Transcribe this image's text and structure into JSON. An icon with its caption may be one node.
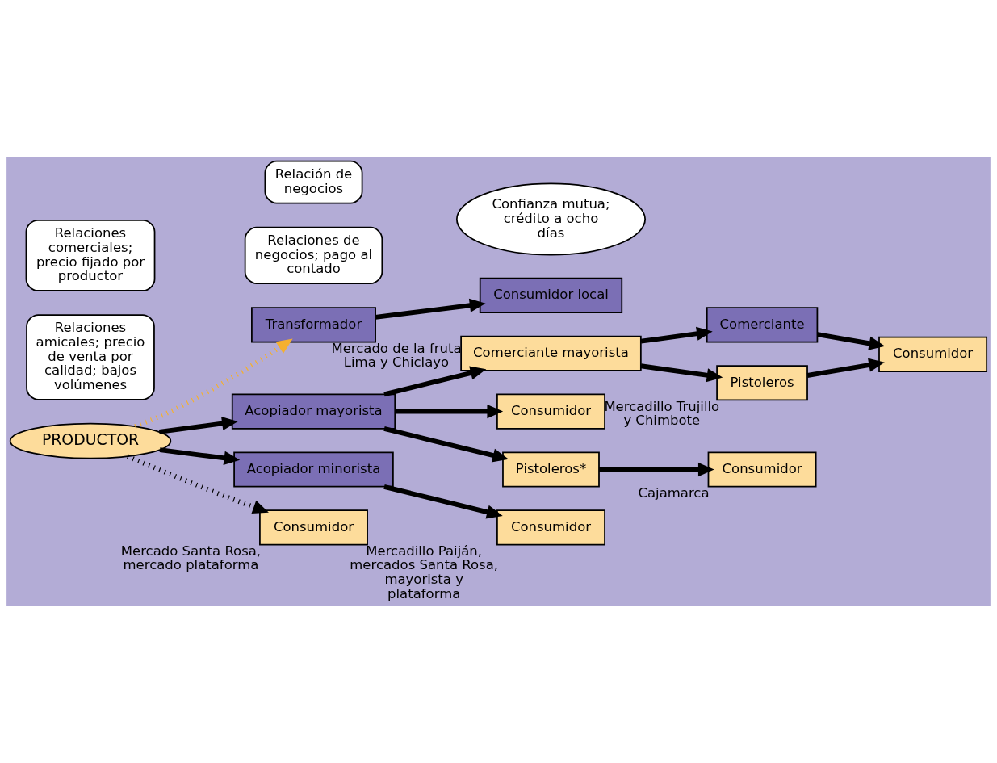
{
  "diagram": {
    "nodes": [
      {
        "text": [
          "PRODUCTOR"
        ]
      },
      {
        "text": [
          "Consumidor local"
        ]
      },
      {
        "text": [
          "Transformador"
        ]
      },
      {
        "text": [
          "Relaciones amicales; precio de venta por calidad; bajos volúmenes"
        ]
      },
      {
        "text": [
          "Confianza mutua; crédito a ocho días"
        ]
      },
      {
        "text": [
          "Comerciante"
        ]
      },
      {
        "text": [
          "Comerciante mayorista"
        ],
        "beside": [
          "Mercado de la fruta Lima y Chiclayo"
        ]
      },
      {
        "text": [
          "Consumidor"
        ]
      },
      {
        "text": [
          "Pistoleros"
        ]
      },
      {
        "text": [
          "Relaciones de negocios; pago al contado"
        ]
      },
      {
        "text": [
          "Acopiador mayorista"
        ]
      },
      {
        "text": [
          "Consumidor"
        ],
        "beside": [
          "Mercadillo Trujillo y Chimbote"
        ]
      },
      {
        "text": [
          "Pistoleros*"
        ]
      },
      {
        "text": [
          "Consumidor"
        ],
        "beside": [
          "Cajamarca"
        ]
      },
      {
        "text": [
          "Relación de negocios"
        ]
      },
      {
        "text": [
          "Consumidor"
        ],
        "beside": [
          "Mercadillo Paiján, mercados Santa Rosa, mayorista y plataforma"
        ]
      },
      {
        "text": [
          "Acopiador minorista"
        ]
      },
      {
        "text": [
          "Relaciones comerciales; precio fijado por productor"
        ]
      },
      {
        "text": [
          "Consumidor"
        ],
        "beside": [
          "Mercado Santa Rosa, mercado plataforma"
        ]
      }
    ],
    "edges": [
      {
        "from": 0,
        "to": 2,
        "arrow": "to",
        "style": "dashed",
        "color": "#f5b02e"
      },
      {
        "from": 2,
        "to": 1,
        "arrow": "to"
      },
      {
        "from": 0,
        "to": 10,
        "arrow": "to"
      },
      {
        "from": 10,
        "to": 6,
        "arrow": "to"
      },
      {
        "from": 6,
        "to": 5,
        "arrow": "to"
      },
      {
        "from": 5,
        "to": 7,
        "arrow": "to"
      },
      {
        "from": 6,
        "to": 8,
        "arrow": "to"
      },
      {
        "from": 8,
        "to": 7,
        "arrow": "to"
      },
      {
        "from": 10,
        "to": 11,
        "arrow": "to"
      },
      {
        "from": 10,
        "to": 12,
        "arrow": "to"
      },
      {
        "from": 12,
        "to": 13,
        "arrow": "to"
      },
      {
        "from": 0,
        "to": 16,
        "arrow": "to"
      },
      {
        "from": 16,
        "to": 15,
        "arrow": "to"
      },
      {
        "from": 0,
        "to": 18,
        "arrow": "to",
        "style": "dashed"
      }
    ]
  }
}
